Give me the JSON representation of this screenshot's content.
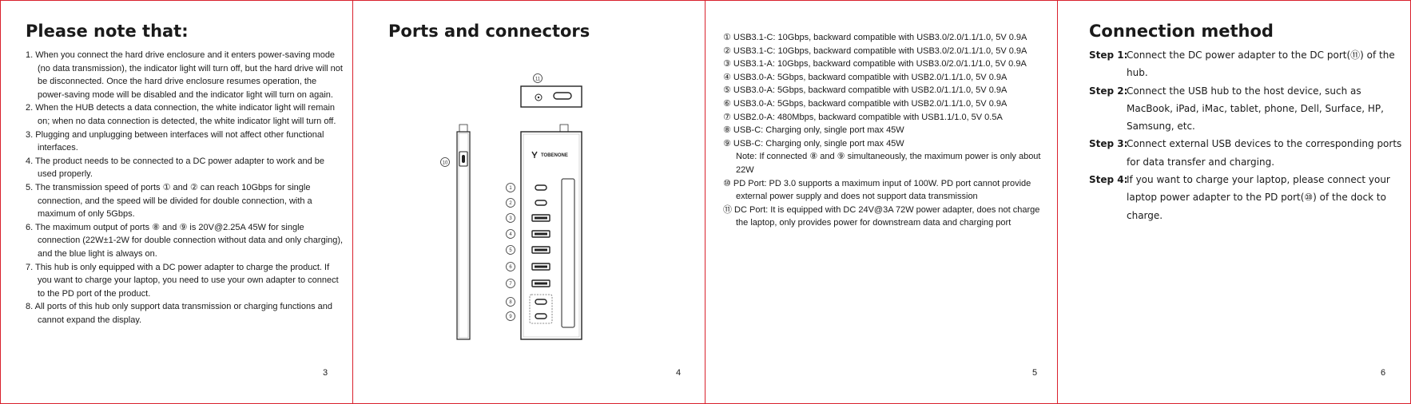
{
  "pages": [
    {
      "heading": "Please note that:",
      "number": "3"
    },
    {
      "heading": "Ports  and connectors",
      "number": "4"
    },
    {
      "heading": "",
      "number": "5"
    },
    {
      "heading": "Connection method",
      "number": "6"
    }
  ],
  "notes": [
    "1. When you connect the hard drive enclosure and it enters power-saving mode (no data transmission), the indicator light will turn off, but the hard drive will not be disconnected. Once the hard drive enclosure resumes operation, the power-saving mode will be disabled and the indicator light will turn on again.",
    "2. When the HUB detects a data connection, the white indicator light will remain on; when no data connection is detected, the white indicator light will turn off.",
    "3. Plugging and unplugging between interfaces will not affect other functional interfaces.",
    "4. The product needs to be connected to a DC power adapter to work and be used properly.",
    "5. The transmission speed of ports ① and ② can reach 10Gbps for single connection, and the speed will be divided for double connection, with a maximum of only 5Gbps.",
    "6. The maximum output of ports ⑧ and ⑨ is 20V@2.25A 45W for single connection (22W±1-2W for double connection without data and only charging), and the blue light is always on.",
    "7. This hub is only equipped with a DC power adapter to charge the product. If you want to charge your laptop, you need to use your own adapter to connect to the PD port of the product.",
    "8. All ports of this hub only support data transmission or charging functions and cannot expand the display."
  ],
  "diagram": {
    "brand": "TOBENONE",
    "callouts": [
      "1",
      "2",
      "3",
      "4",
      "5",
      "6",
      "7",
      "8",
      "9",
      "10",
      "11"
    ]
  },
  "ports": [
    "① USB3.1-C: 10Gbps, backward compatible with USB3.0/2.0/1.1/1.0, 5V 0.9A",
    "② USB3.1-C: 10Gbps, backward compatible with USB3.0/2.0/1.1/1.0, 5V 0.9A",
    "③ USB3.1-A: 10Gbps, backward compatible with USB3.0/2.0/1.1/1.0, 5V 0.9A",
    "④ USB3.0-A: 5Gbps, backward compatible with USB2.0/1.1/1.0, 5V 0.9A",
    "⑤ USB3.0-A: 5Gbps, backward compatible with USB2.0/1.1/1.0, 5V 0.9A",
    "⑥ USB3.0-A: 5Gbps, backward compatible with USB2.0/1.1/1.0, 5V 0.9A",
    "⑦ USB2.0-A: 480Mbps, backward compatible with USB1.1/1.0, 5V 0.5A",
    "⑧ USB-C: Charging only, single port max 45W",
    "⑨ USB-C: Charging only, single port max 45W",
    "⑩ PD Port: PD 3.0 supports a maximum input of 100W. PD port cannot provide external power supply and does not support data transmission",
    "⑪ DC Port: It is equipped with DC 24V@3A 72W power adapter, does not charge the laptop, only provides power for downstream data and charging port"
  ],
  "ports_note": "Note: If connected ⑧ and  ⑨ simultaneously, the maximum power is only about 22W",
  "steps": [
    {
      "label": "Step 1:",
      "text": "Connect the DC power adapter to the DC port(⑪) of the hub."
    },
    {
      "label": "Step 2:",
      "text": "Connect the USB hub to the host device, such as MacBook, iPad, iMac, tablet, phone, Dell, Surface, HP, Samsung, etc."
    },
    {
      "label": "Step 3:",
      "text": "Connect external USB devices to the corresponding ports for data transfer and charging."
    },
    {
      "label": "Step 4:",
      "text": "If you want to charge your laptop, please connect your laptop power adapter to the PD port(⑩) of the dock to charge."
    }
  ],
  "colors": {
    "border": "#d9212d",
    "text": "#1a1a1a"
  }
}
